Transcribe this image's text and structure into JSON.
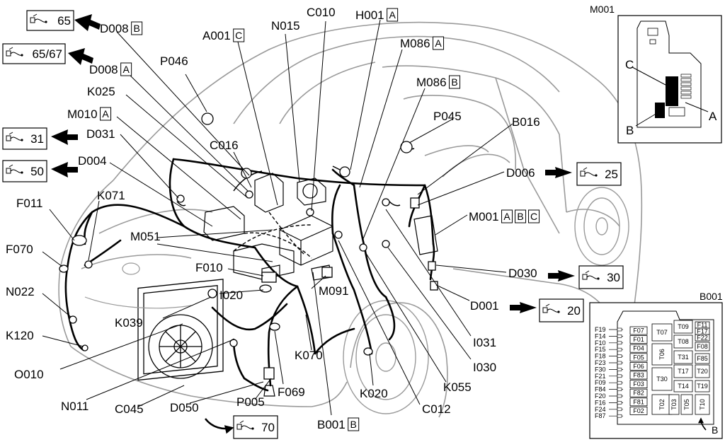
{
  "colors": {
    "ink": "#000000",
    "paper": "#ffffff",
    "car_line": "#9a9a9a",
    "fuse_fill": "#000000"
  },
  "refs": [
    {
      "text": "65",
      "icon": "connector-icon"
    },
    {
      "text": "65/67",
      "icon": "connector-icon"
    },
    {
      "text": "31",
      "icon": "connector-icon"
    },
    {
      "text": "50",
      "icon": "connector-icon"
    },
    {
      "text": "25",
      "icon": "connector-icon"
    },
    {
      "text": "30",
      "icon": "connector-icon"
    },
    {
      "text": "20",
      "icon": "connector-icon"
    },
    {
      "text": "70",
      "icon": "connector-icon"
    }
  ],
  "labels": [
    {
      "id": "D008",
      "box": "B"
    },
    {
      "id": "D008",
      "box": "A"
    },
    {
      "id": "P046",
      "box": ""
    },
    {
      "id": "A001",
      "box": "C"
    },
    {
      "id": "N015",
      "box": ""
    },
    {
      "id": "C010",
      "box": ""
    },
    {
      "id": "H001",
      "box": "A"
    },
    {
      "id": "M086",
      "box": "A"
    },
    {
      "id": "M086",
      "box": "B"
    },
    {
      "id": "K025",
      "box": ""
    },
    {
      "id": "M010",
      "box": "A"
    },
    {
      "id": "D031",
      "box": ""
    },
    {
      "id": "C016",
      "box": ""
    },
    {
      "id": "D004",
      "box": ""
    },
    {
      "id": "P045",
      "box": ""
    },
    {
      "id": "B016",
      "box": ""
    },
    {
      "id": "D006",
      "box": ""
    },
    {
      "id": "F011",
      "box": ""
    },
    {
      "id": "K071",
      "box": ""
    },
    {
      "id": "F070",
      "box": ""
    },
    {
      "id": "M051",
      "box": ""
    },
    {
      "id": "N022",
      "box": ""
    },
    {
      "id": "F010",
      "box": ""
    },
    {
      "id": "I020",
      "box": ""
    },
    {
      "id": "K039",
      "box": ""
    },
    {
      "id": "M091",
      "box": ""
    },
    {
      "id": "K120",
      "box": ""
    },
    {
      "id": "O010",
      "box": ""
    },
    {
      "id": "N011",
      "box": ""
    },
    {
      "id": "C045",
      "box": ""
    },
    {
      "id": "D050",
      "box": ""
    },
    {
      "id": "P005",
      "box": ""
    },
    {
      "id": "F069",
      "box": ""
    },
    {
      "id": "K070",
      "box": ""
    },
    {
      "id": "B001",
      "box": "B"
    },
    {
      "id": "K020",
      "box": ""
    },
    {
      "id": "C012",
      "box": ""
    },
    {
      "id": "K055",
      "box": ""
    },
    {
      "id": "I030",
      "box": ""
    },
    {
      "id": "I031",
      "box": ""
    },
    {
      "id": "D001",
      "box": ""
    },
    {
      "id": "D030",
      "box": ""
    },
    {
      "id": "M001",
      "box": ""
    }
  ],
  "m001_boxes": [
    "A",
    "B",
    "C"
  ],
  "m001_panel": {
    "title": "M001",
    "labels": [
      "C",
      "A",
      "B"
    ]
  },
  "b001_panel": {
    "title": "B001",
    "pins": [
      "F19",
      "F14",
      "F10",
      "F15",
      "F18",
      "F23",
      "F30",
      "F21",
      "F09",
      "F84",
      "F20",
      "F16",
      "F24",
      "F87"
    ],
    "fuses": [
      "F07",
      "F01",
      "F04",
      "F05",
      "F06",
      "F83",
      "F03",
      "F82",
      "F81",
      "F02"
    ],
    "relays": [
      "T07",
      "T09",
      "F11",
      "F17",
      "F22",
      "T08",
      "F08",
      "T06",
      "T31",
      "F85",
      "T17",
      "T20",
      "T30",
      "T14",
      "T19",
      "T02",
      "T03",
      "T05",
      "T10"
    ],
    "arrow_label": "B"
  }
}
